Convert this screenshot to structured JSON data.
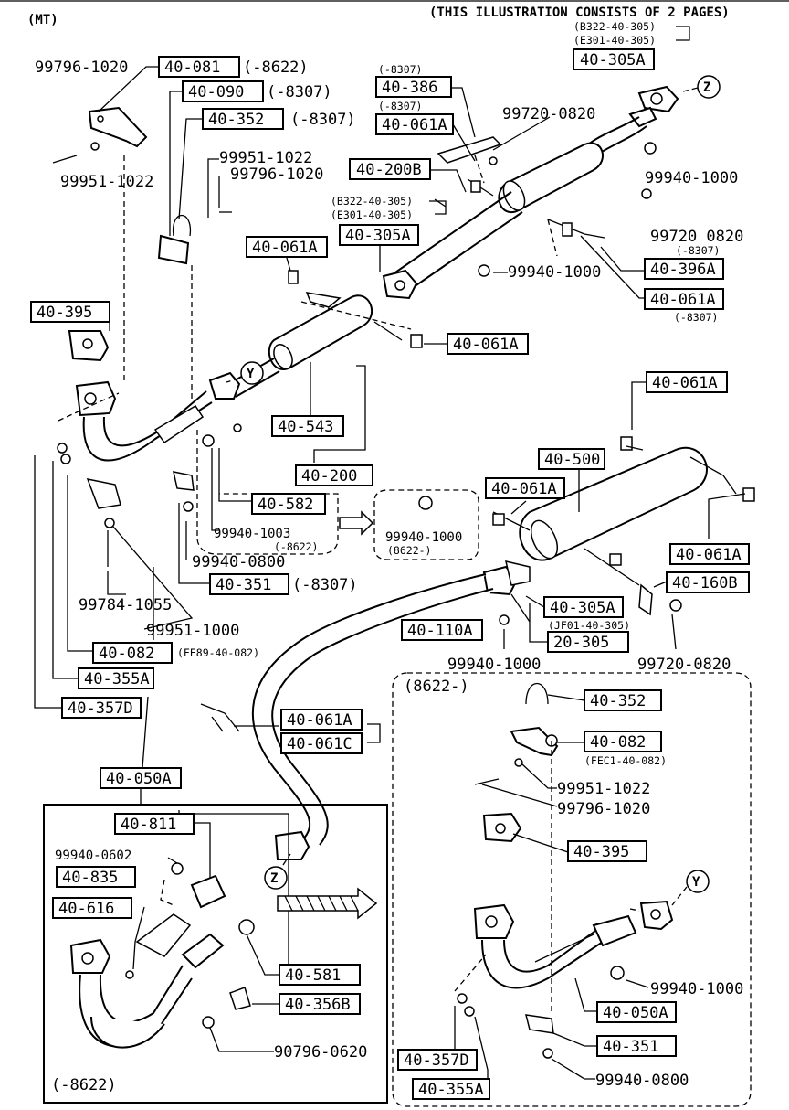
{
  "header": {
    "mt_label": "(MT)",
    "note": "(THIS ILLUSTRATION CONSISTS OF  2 PAGES)",
    "page_ref_1": "(B322-40-305)",
    "page_ref_2": "(E301-40-305)",
    "page_ref_box": "40-305A"
  },
  "callouts": {
    "y": "Y",
    "z": "Z"
  },
  "labels": {
    "p40_081": "40-081",
    "p40_081_note": "(-8622)",
    "p40_090": "40-090",
    "p40_090_note": "(-8307)",
    "p40_352": "40-352",
    "p40_352_note": "(-8307)",
    "p99796_1020_a": "99796-1020",
    "p99951_1022_a": "99951-1022",
    "p99951_1022_b": "99951-1022",
    "p99796_1020_b": "99796-1020",
    "p40_386_note": "(-8307)",
    "p40_386": "40-386",
    "p40_061a_1_note": "(-8307)",
    "p40_061a_1": "40-061A",
    "p99720_0820_a": "99720-0820",
    "p40_200b": "40-200B",
    "p99940_1000_a": "99940-1000",
    "ref_b322": "(B322-40-305)",
    "ref_e301": "(E301-40-305)",
    "p40_305a_mid": "40-305A",
    "p40_061a_2": "40-061A",
    "p99720_0820_b": "99720 0820",
    "p99720_0820_b_note": "(-8307)",
    "p40_396a": "40-396A",
    "p99940_1000_b": "99940-1000",
    "p40_061a_3": "40-061A",
    "p40_061a_3_note": "(-8307)",
    "p40_395": "40-395",
    "p40_061a_4": "40-061A",
    "p40_543": "40-543",
    "p40_200": "40-200",
    "p40_061a_5": "40-061A",
    "p40_582": "40-582",
    "p99940_1003": "99940-1003",
    "p99940_1003_note": "(-8622)",
    "p99940_1000_c": "99940-1000",
    "p99940_1000_c_note": "(8622-)",
    "p99940_0800_a": "99940-0800",
    "p40_351": "40-351",
    "p40_351_note": "(-8307)",
    "p40_500": "40-500",
    "p40_061a_6": "40-061A",
    "p40_061a_7": "40-061A",
    "p40_160b": "40-160B",
    "p99784_1055": "99784-1055",
    "p99951_1000": "99951-1000",
    "p40_305a_low": "40-305A",
    "p40_305a_low_note": "(JF01-40-305)",
    "p40_110a": "40-110A",
    "p20_305": "20-305",
    "p40_082": "40-082",
    "p40_082_note": "(FE89-40-082)",
    "p99940_1000_d": "99940-1000",
    "p99720_0820_c": "99720-0820",
    "p40_355a": "40-355A",
    "p40_357d": "40-357D",
    "p40_061a_8": "40-061A",
    "p40_061c": "40-061C",
    "p40_050a": "40-050A"
  },
  "inset_left": {
    "p40_811": "40-811",
    "p99940_0602": "99940-0602",
    "p40_835": "40-835",
    "p40_616": "40-616",
    "p40_581": "40-581",
    "p40_356b": "40-356B",
    "p90796_0620": "90796-0620",
    "range": "(-8622)"
  },
  "inset_right": {
    "range": "(8622-)",
    "p40_352": "40-352",
    "p40_082": "40-082",
    "p40_082_note": "(FEC1-40-082)",
    "p99951_1022": "99951-1022",
    "p99796_1020": "99796-1020",
    "p40_395": "40-395",
    "p99940_1000": "99940-1000",
    "p40_050a": "40-050A",
    "p40_351": "40-351",
    "p99940_0800": "99940-0800",
    "p40_357d": "40-357D",
    "p40_355a": "40-355A"
  }
}
